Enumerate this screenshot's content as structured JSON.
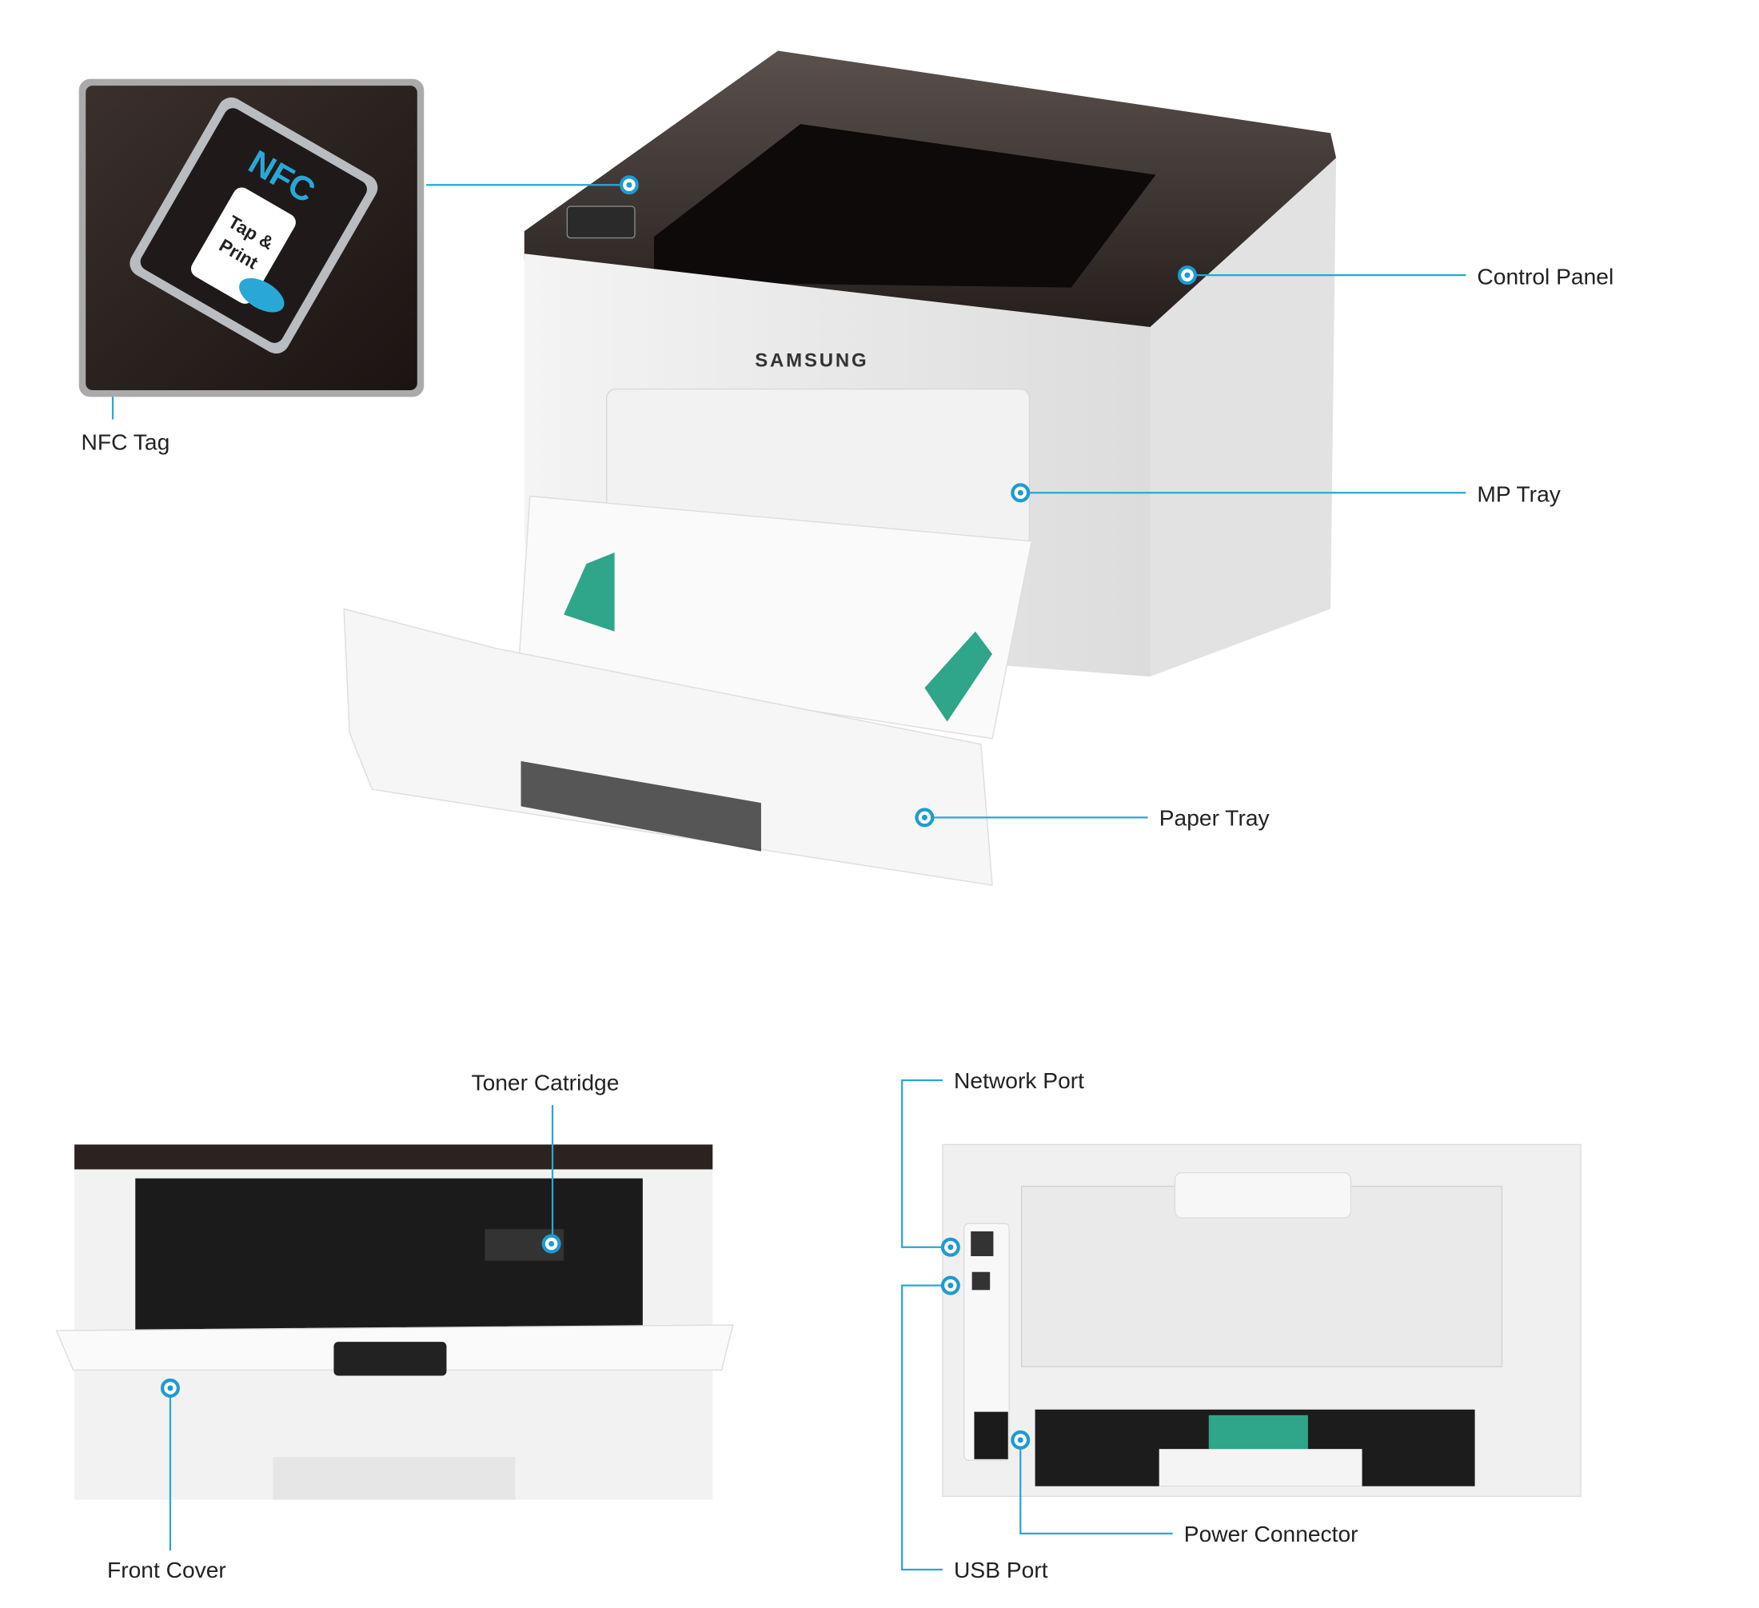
{
  "accent_color": "#29a8d8",
  "brand_logo": "SAMSUNG",
  "nfc_inset": {
    "logo_text": "NFC",
    "badge_line1": "Tap &",
    "badge_line2": "Print"
  },
  "labels": {
    "nfc_tag": "NFC Tag",
    "control_panel": "Control Panel",
    "mp_tray": "MP Tray",
    "paper_tray": "Paper Tray",
    "toner_cartridge": "Toner Catridge",
    "front_cover": "Front Cover",
    "network_port": "Network Port",
    "usb_port": "USB Port",
    "power_connector": "Power Connector"
  }
}
